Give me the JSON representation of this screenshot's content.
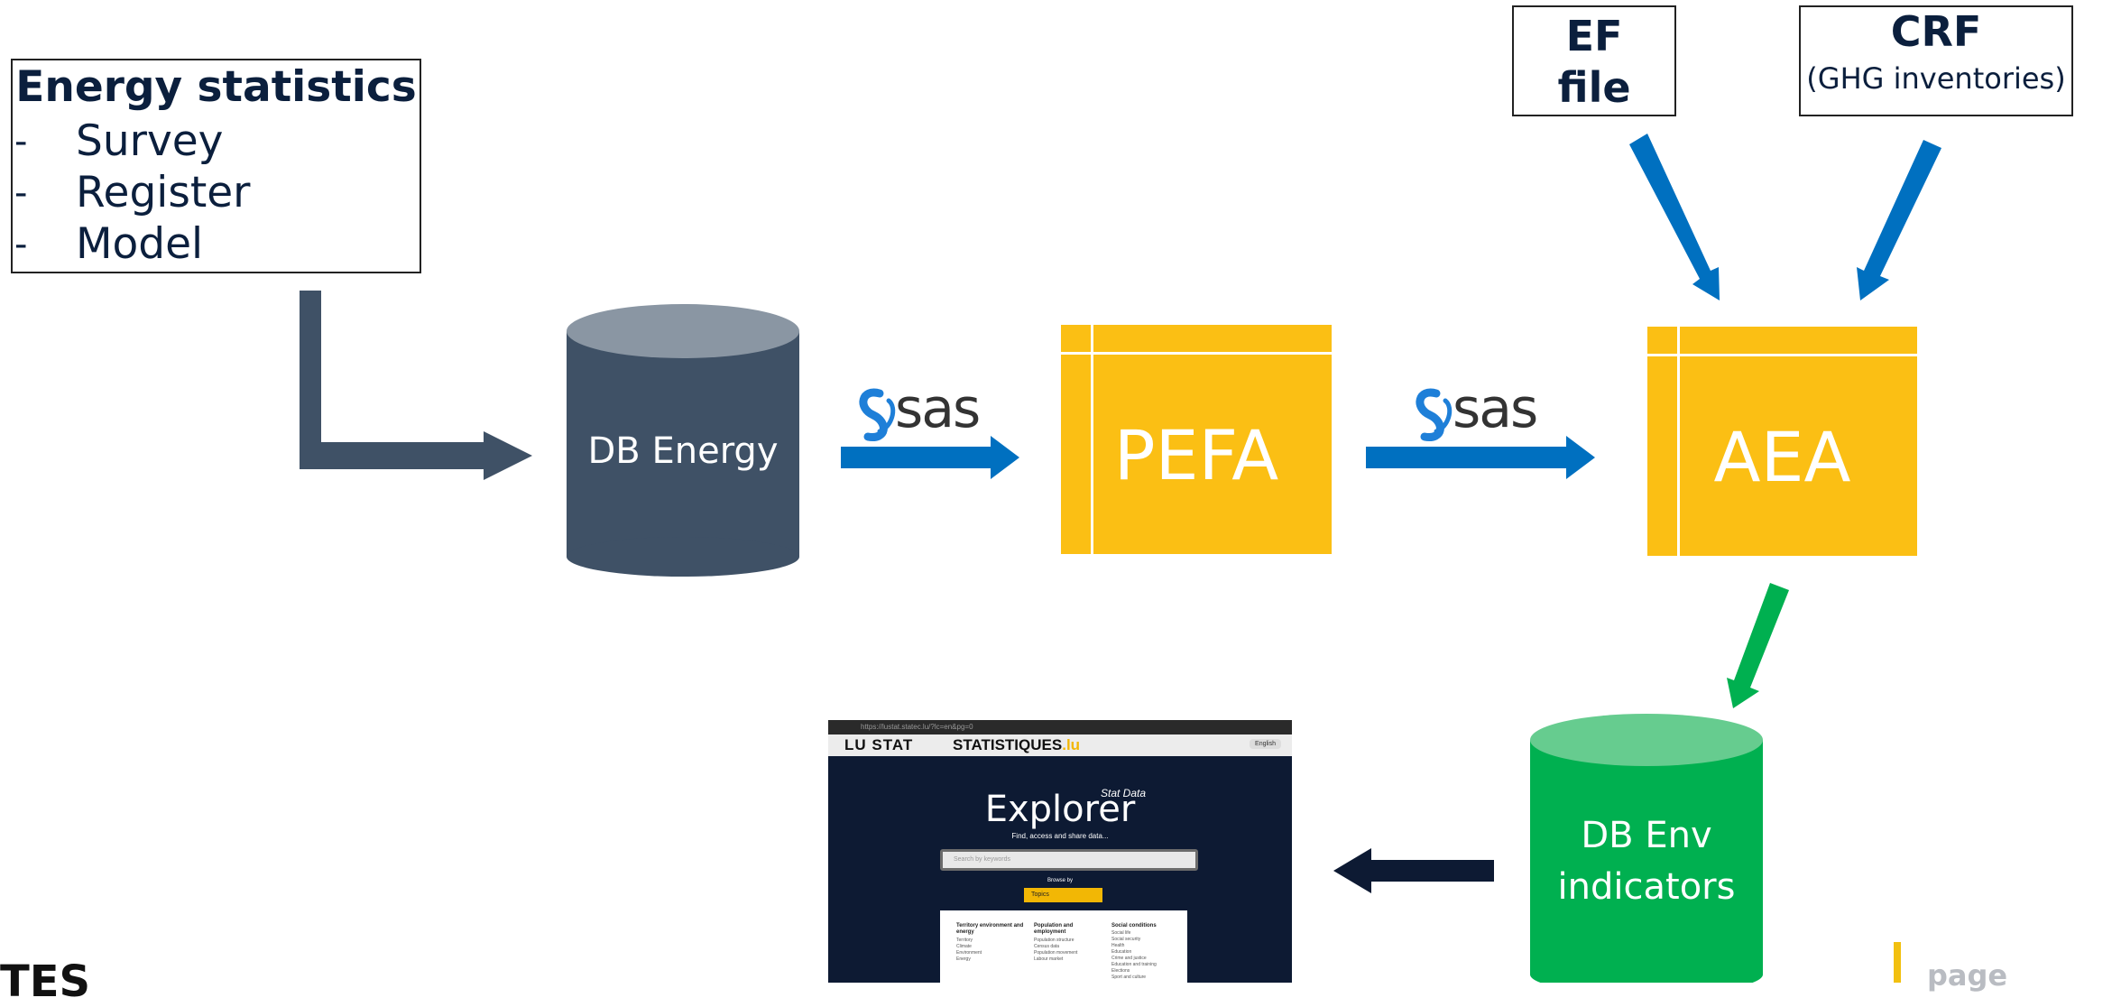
{
  "energy_statistics": {
    "title": "Energy statistics",
    "items": [
      "Survey",
      "Register",
      "Model"
    ],
    "dash": "-"
  },
  "ef_file": {
    "line1": "EF",
    "line2": "file"
  },
  "crf": {
    "title": "CRF",
    "subtitle": "(GHG inventories)"
  },
  "nodes": {
    "db_energy": "DB Energy",
    "pefa": "PEFA",
    "aea": "AEA",
    "db_env_line1": "DB Env",
    "db_env_line2": "indicators"
  },
  "sas": {
    "label1": "sas",
    "label2": "sas"
  },
  "screenshot": {
    "url": "https://lustat.statec.lu/?lc=en&pg=0",
    "brand1": "LU STAT",
    "brand2_main": "STATISTIQUES",
    "brand2_suffix": ".lu",
    "language": "English",
    "explorer": "Explorer",
    "statdata": "Stat Data",
    "tagline": "Find, access and share data...",
    "search_placeholder": "Search by keywords",
    "browse_by": "Browse by",
    "topics": "Topics",
    "columns": [
      {
        "title": "Territory environment and energy",
        "items": [
          "Territory",
          "Climate",
          "Environment",
          "Energy"
        ]
      },
      {
        "title": "Population and employment",
        "items": [
          "Population structure",
          "Census data",
          "Population movement",
          "Labour market"
        ]
      },
      {
        "title": "Social conditions",
        "items": [
          "Social life",
          "Social security",
          "Health",
          "Education",
          "Crime and justice",
          "Education and training",
          "Elections",
          "Sport and culture"
        ]
      }
    ]
  },
  "footer": {
    "left": "TES",
    "right": "page"
  },
  "colors": {
    "navy": "#3f5166",
    "blue": "#0070c0",
    "yellow": "#fbbf14",
    "green": "#00b050",
    "green_top": "#66cc8f",
    "dark_arrow": "#0d1a33"
  }
}
